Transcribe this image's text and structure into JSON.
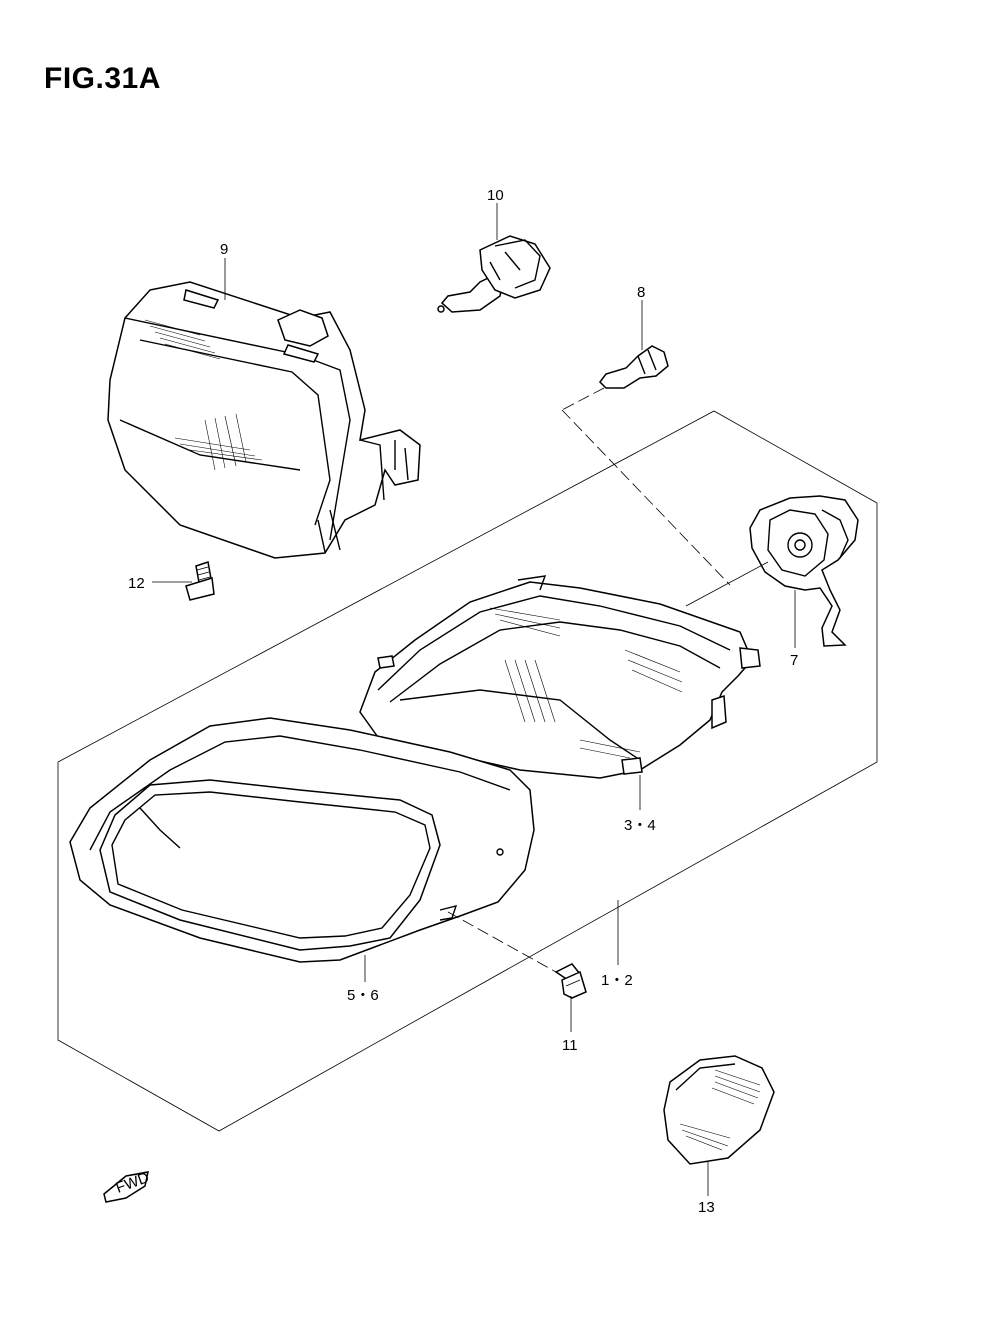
{
  "figure": {
    "title": "FIG.31A"
  },
  "callouts": {
    "c1": "10",
    "c2": "9",
    "c3": "8",
    "c4": "12",
    "c5": "7",
    "c6": "3・4",
    "c7": "1・2",
    "c8": "5・6",
    "c9": "11",
    "c10": "13"
  },
  "direction_badge": "FWD"
}
